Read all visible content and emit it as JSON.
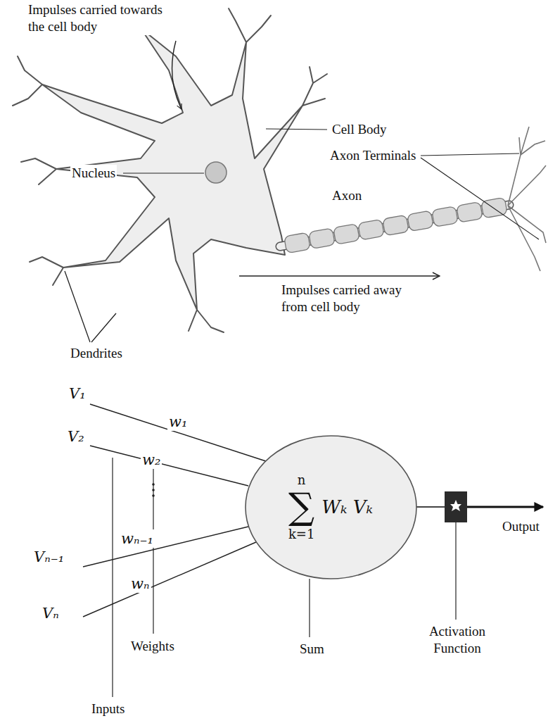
{
  "diagram": {
    "nodes": [
      {
        "text": [
          "n",
          "∑",
          "Wₖ Vₖ",
          "k=1"
        ]
      }
    ],
    "labels": [
      "Impulses carried towards the cell body",
      "Cell Body",
      "Nucleus",
      "Axon Terminals",
      "Axon",
      "Impulses carried away from cell body",
      "Dendrites",
      "V₁",
      "w₁",
      "V₂",
      "w₂",
      "Vₙ₋₁",
      "wₙ₋₁",
      "Vₙ",
      "wₙ",
      "Weights",
      "Sum",
      "Activation Function",
      "Output",
      "Inputs"
    ]
  }
}
